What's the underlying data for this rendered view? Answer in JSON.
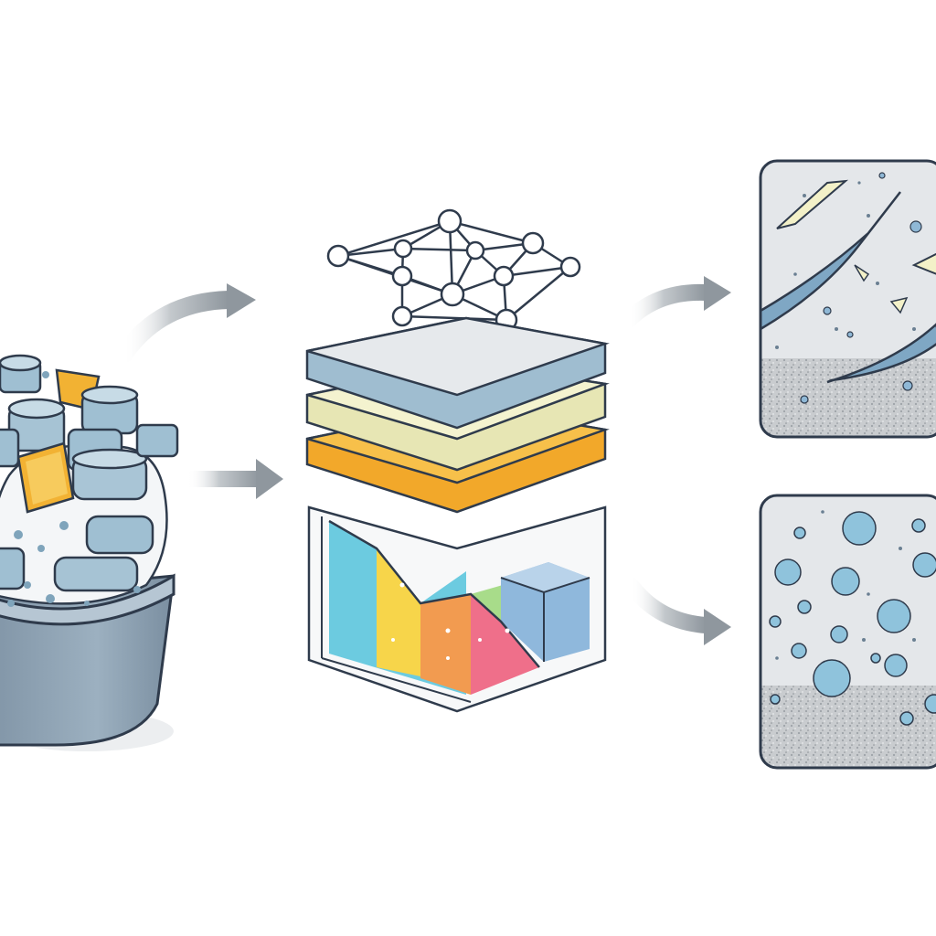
{
  "colors": {
    "background": "#ffffff",
    "outline": "#2f3b4c",
    "bowl": "#8fa2b3",
    "plastic_blue": "#9fbfd2",
    "plastic_orange": "#f2b233",
    "layer_top": "#e6e9ec",
    "layer_middle": "#f3f1c8",
    "layer_bottom": "#f6b83a",
    "panel_bg": "#e4e7ea",
    "sediment": "#b8bcc0",
    "arrow": "#a9b0b6",
    "gradient": [
      "#6ccbe0",
      "#f7d54a",
      "#f29b50",
      "#ef6f8a",
      "#a8dc8a",
      "#8fb8dc"
    ]
  },
  "stages": [
    {
      "id": "source",
      "icon": "plastic-waste-bowl-icon"
    },
    {
      "id": "processing",
      "icon": "network-layers-analysis-icon"
    },
    {
      "id": "outcome-fibers",
      "icon": "microfiber-fragments-icon"
    },
    {
      "id": "outcome-particles",
      "icon": "microplastic-particles-icon"
    }
  ],
  "arrows": [
    {
      "id": "bowl-to-network",
      "icon": "curved-arrow-icon"
    },
    {
      "id": "bowl-to-layers",
      "icon": "straight-arrow-icon"
    },
    {
      "id": "layers-to-fibers",
      "icon": "curved-arrow-icon"
    },
    {
      "id": "layers-to-particles",
      "icon": "curved-arrow-icon"
    }
  ]
}
